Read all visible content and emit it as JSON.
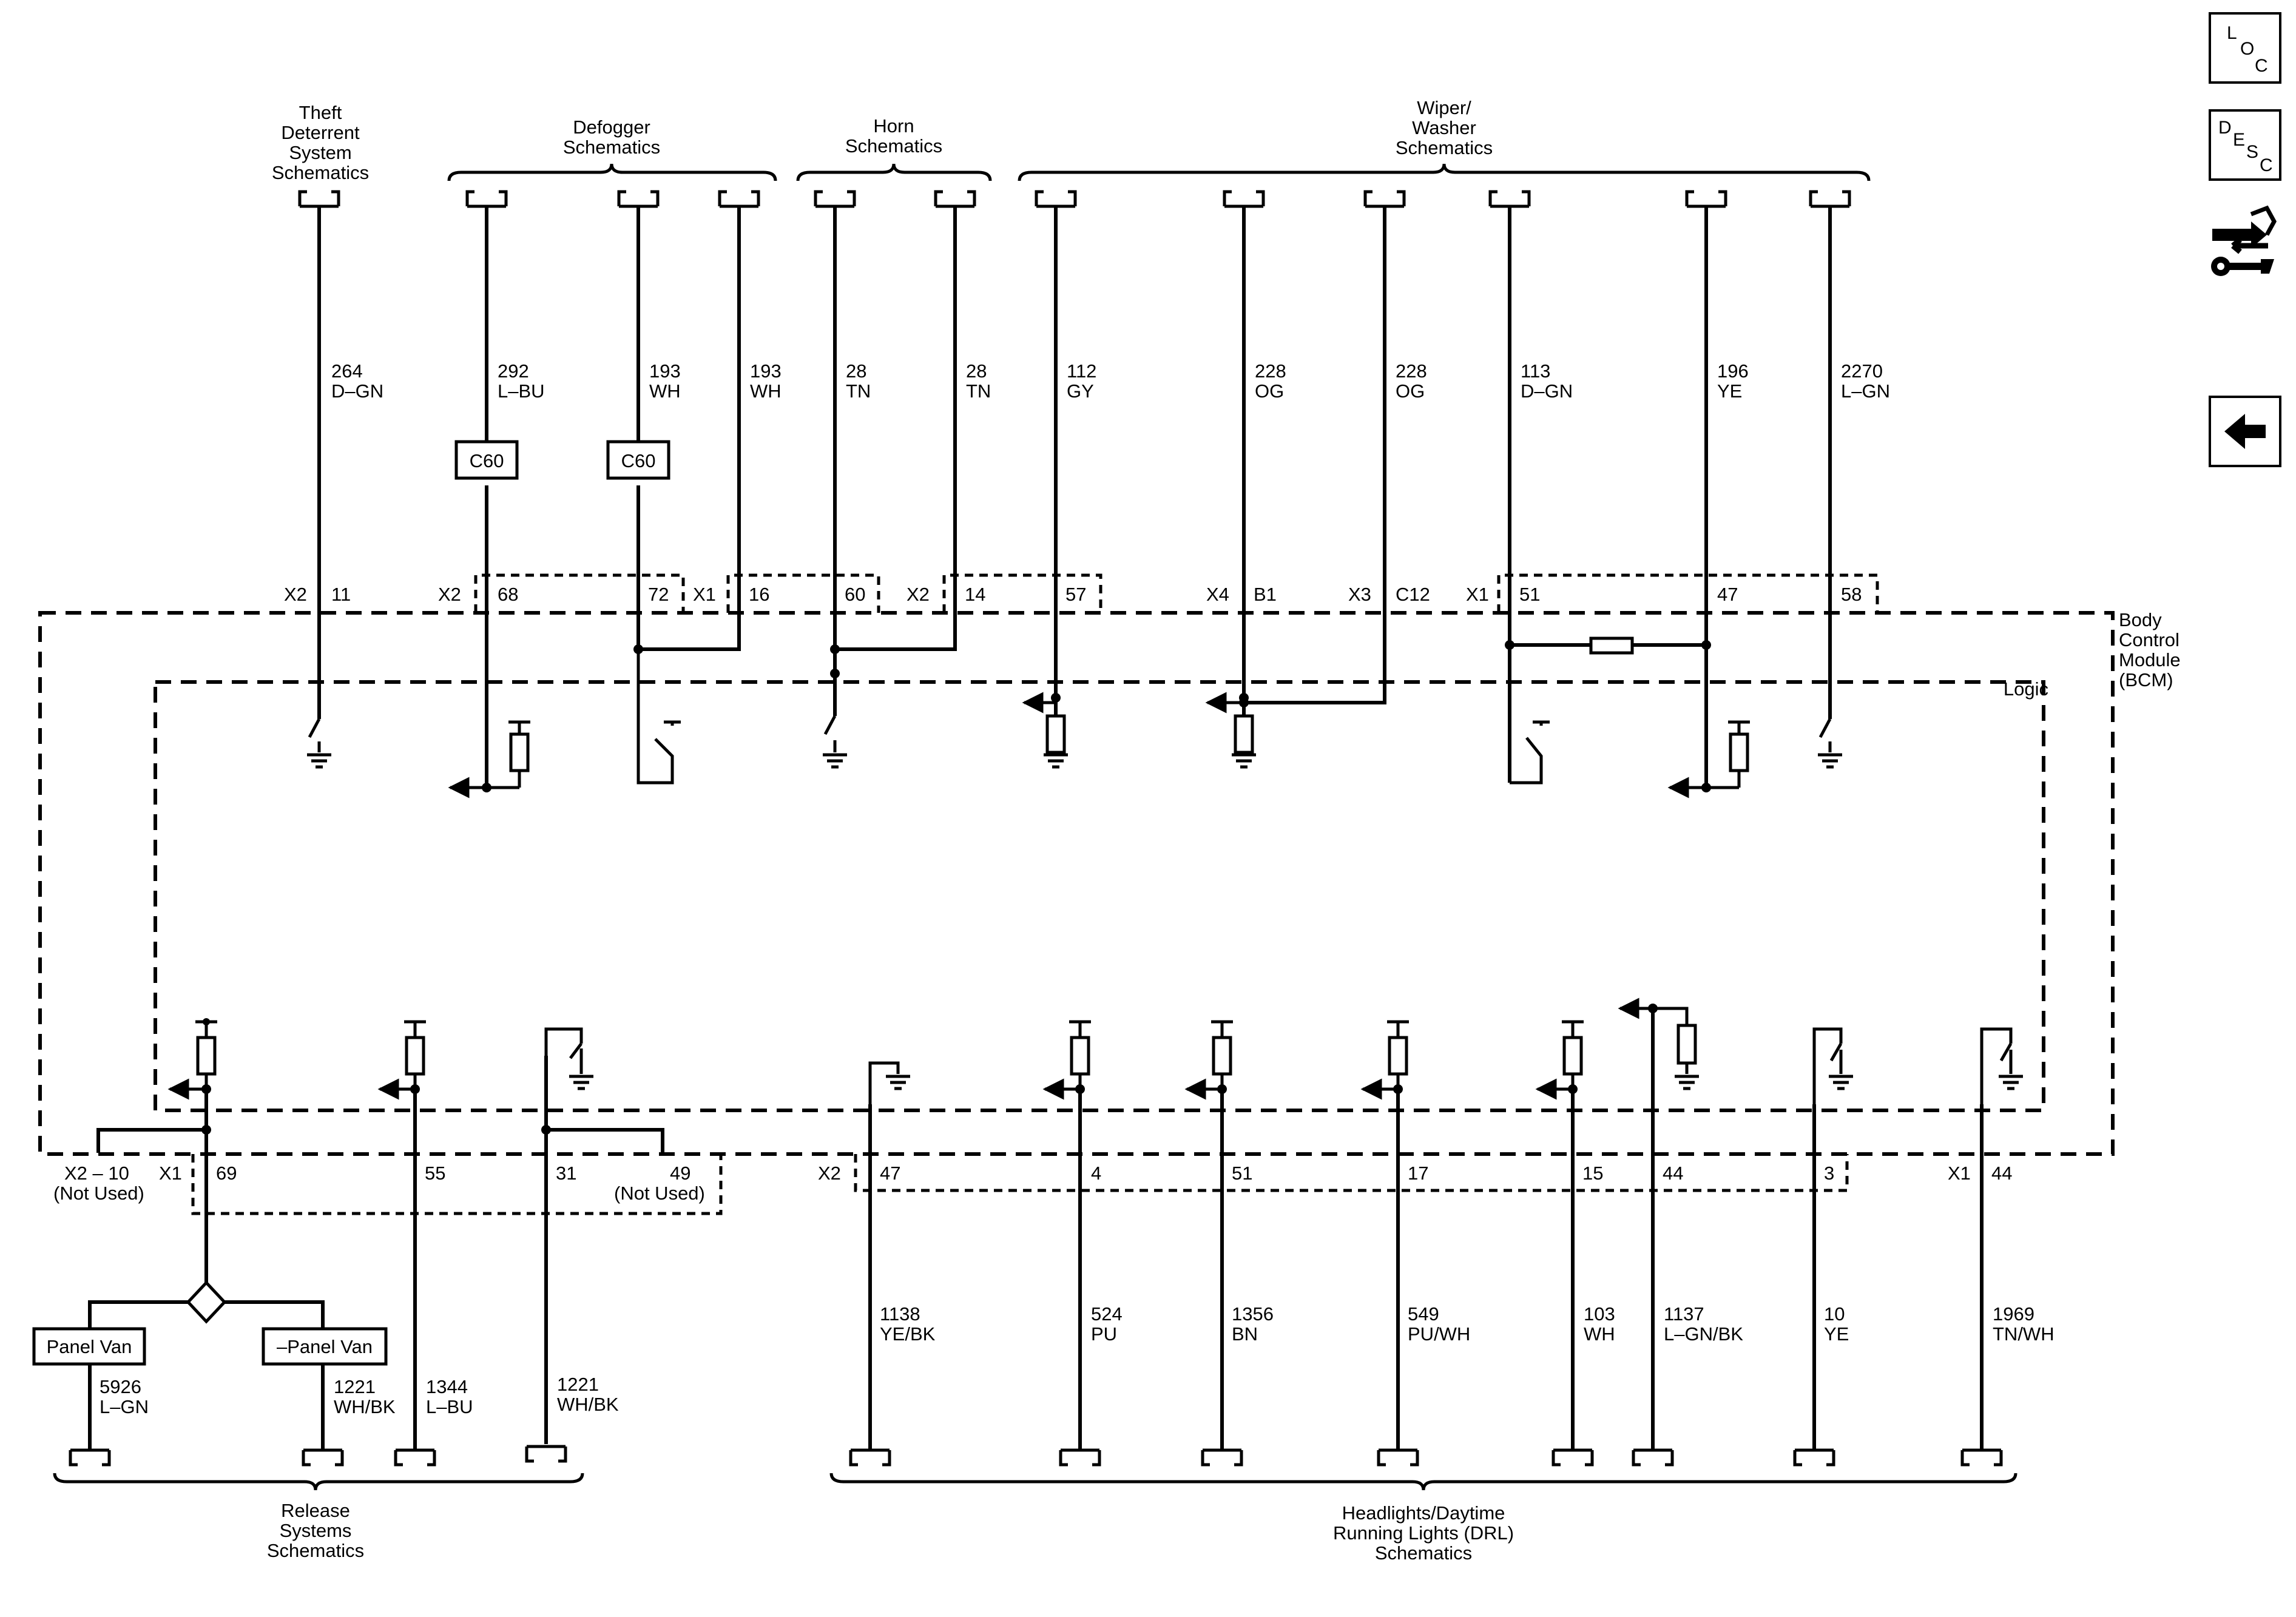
{
  "side_nav": {
    "loc": [
      "L",
      "O",
      "C"
    ],
    "desc": [
      "D",
      "E",
      "S",
      "C"
    ],
    "icons": [
      "loc-button",
      "desc-button",
      "connector-tool-icon",
      "back-arrow-icon"
    ]
  },
  "module": {
    "name": [
      "Body",
      "Control",
      "Module",
      "(BCM)"
    ],
    "logic": "Logic"
  },
  "top_groups": [
    {
      "id": "theft",
      "title": [
        "Theft",
        "Deterrent",
        "System",
        "Schematics"
      ]
    },
    {
      "id": "defogger",
      "title": [
        "Defogger",
        "Schematics"
      ]
    },
    {
      "id": "horn",
      "title": [
        "Horn",
        "Schematics"
      ]
    },
    {
      "id": "wiper",
      "title": [
        "Wiper/",
        "Washer",
        "Schematics"
      ]
    }
  ],
  "bottom_groups": [
    {
      "id": "release",
      "title": [
        "Release",
        "Systems",
        "Schematics"
      ]
    },
    {
      "id": "headlights",
      "title": [
        "Headlights/Daytime",
        "Running Lights (DRL)",
        "Schematics"
      ]
    }
  ],
  "top_circuits": [
    {
      "circuit": "264",
      "color": "D–GN",
      "conn": "X2",
      "pin": "11"
    },
    {
      "circuit": "292",
      "color": "L–BU",
      "conn": "X2",
      "pin": "68",
      "inline": "C60"
    },
    {
      "circuit": "193",
      "color": "WH",
      "pin": "72",
      "inline": "C60"
    },
    {
      "circuit": "193",
      "color": "WH",
      "conn": "X1",
      "pin": "16"
    },
    {
      "circuit": "28",
      "color": "TN",
      "pin": "60"
    },
    {
      "circuit": "28",
      "color": "TN",
      "conn": "X2",
      "pin": "14"
    },
    {
      "circuit": "112",
      "color": "GY",
      "pin": "57"
    },
    {
      "circuit": "228",
      "color": "OG",
      "conn": "X4",
      "pin": "B1"
    },
    {
      "circuit": "228",
      "color": "OG",
      "conn": "X3",
      "pin": "C12"
    },
    {
      "circuit": "113",
      "color": "D–GN",
      "conn": "X1",
      "pin": "51"
    },
    {
      "circuit": "196",
      "color": "YE",
      "pin": "47"
    },
    {
      "circuit": "2270",
      "color": "L–GN",
      "pin": "58"
    }
  ],
  "bottom_circuits": [
    {
      "conn": "X2 – 10",
      "note": "(Not Used)"
    },
    {
      "conn": "X1",
      "pin": "69"
    },
    {
      "pin": "55",
      "circuit": "1344",
      "color": "L–BU"
    },
    {
      "pin": "31",
      "circuit": "1221",
      "color": "WH/BK"
    },
    {
      "pin": "49",
      "note": "(Not Used)"
    },
    {
      "conn": "X2",
      "pin": "47",
      "circuit": "1138",
      "color": "YE/BK"
    },
    {
      "pin": "4",
      "circuit": "524",
      "color": "PU"
    },
    {
      "pin": "51",
      "circuit": "1356",
      "color": "BN"
    },
    {
      "pin": "17",
      "circuit": "549",
      "color": "PU/WH"
    },
    {
      "pin": "15",
      "circuit": "103",
      "color": "WH"
    },
    {
      "pin": "44",
      "circuit": "1137",
      "color": "L–GN/BK"
    },
    {
      "pin": "3",
      "circuit": "10",
      "color": "YE"
    },
    {
      "conn": "X1",
      "pin": "44",
      "circuit": "1969",
      "color": "TN/WH"
    }
  ],
  "variants": [
    {
      "label": "Panel Van",
      "circuit": "5926",
      "color": "L–GN"
    },
    {
      "label": "–Panel Van",
      "circuit": "1221",
      "color": "WH/BK"
    }
  ]
}
